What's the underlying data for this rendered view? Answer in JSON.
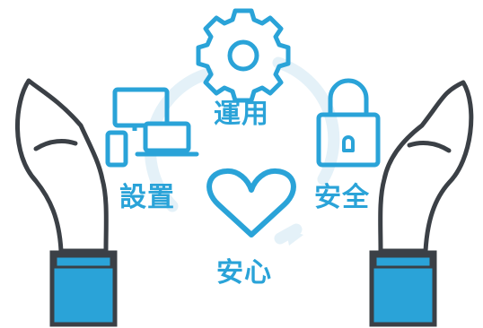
{
  "labels": {
    "operation": "運用",
    "installation": "設置",
    "security": "安全",
    "peace_of_mind": "安心"
  },
  "colors": {
    "accent": "#2aa3d8",
    "cycle": "#e4f1f8",
    "outline": "#3b4046",
    "sleeve": "#2aa3d8"
  },
  "icons": [
    "gear-icon",
    "devices-icon",
    "padlock-icon",
    "heart-icon",
    "hand-icon"
  ]
}
